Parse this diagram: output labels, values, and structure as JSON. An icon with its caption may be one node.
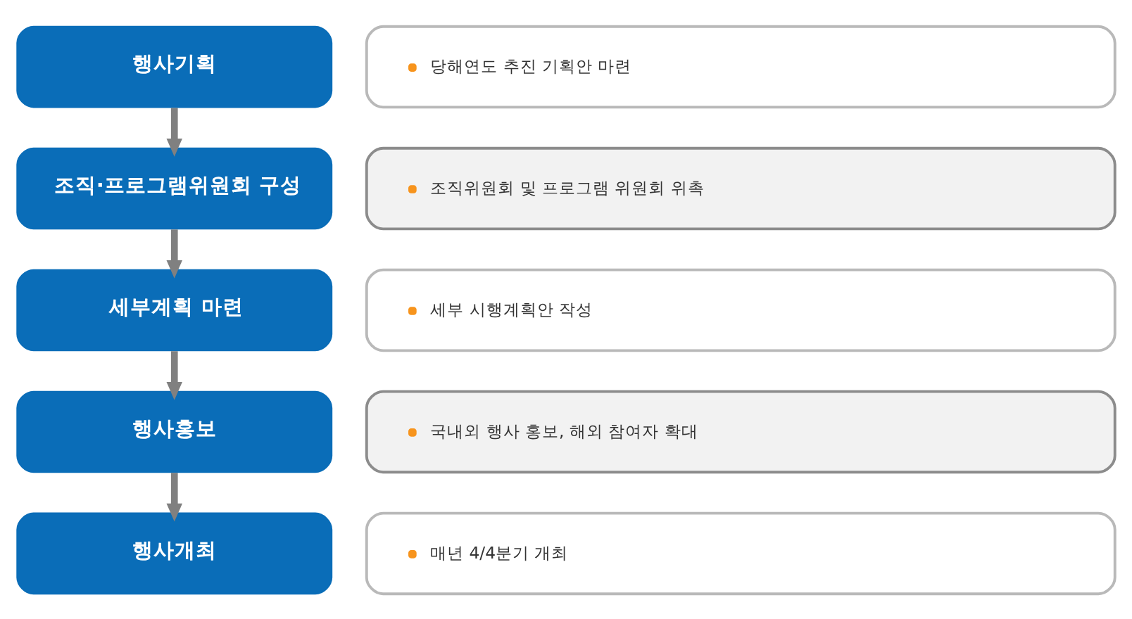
{
  "diagram": {
    "nodes": [
      {
        "text": [
          "행사기획"
        ]
      },
      {
        "text": [
          "당해연도 추진 기획안 마련"
        ]
      },
      {
        "text": [
          "조직·프로그램위원회 구성"
        ]
      },
      {
        "text": [
          "조직위원회 및 프로그램 위원회 위촉"
        ]
      },
      {
        "text": [
          "세부계획 마련"
        ]
      },
      {
        "text": [
          "세부 시행계획안 작성"
        ]
      },
      {
        "text": [
          "행사홍보"
        ]
      },
      {
        "text": [
          "국내외 행사 홍보, 해외 참여자 확대"
        ]
      },
      {
        "text": [
          "행사개최"
        ]
      },
      {
        "text": [
          "매년 4/4분기 개최"
        ]
      }
    ],
    "edges": [
      {
        "from": 0,
        "to": 2,
        "arrow": "to"
      },
      {
        "from": 2,
        "to": 4,
        "arrow": "to"
      },
      {
        "from": 4,
        "to": 6,
        "arrow": "to"
      },
      {
        "from": 6,
        "to": 8,
        "arrow": "to"
      }
    ]
  }
}
